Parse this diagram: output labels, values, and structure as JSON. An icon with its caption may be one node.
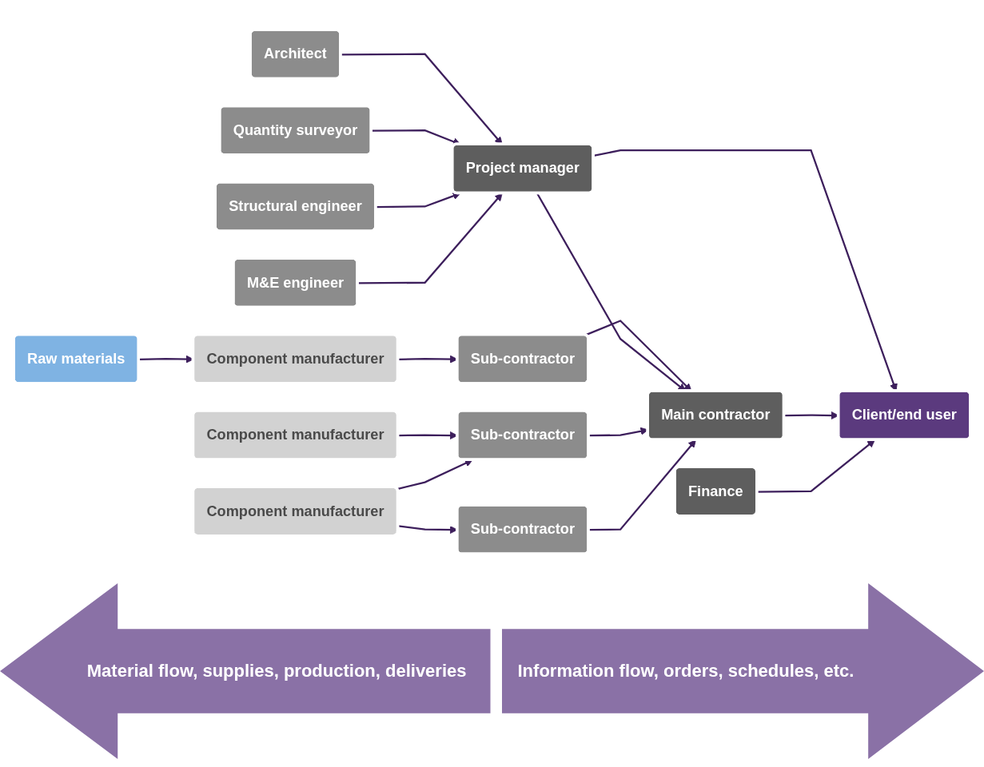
{
  "diagram": {
    "nodes": [
      {
        "text": [
          "Architect"
        ]
      },
      {
        "text": [
          "Quantity surveyor"
        ]
      },
      {
        "text": [
          "Structural engineer"
        ]
      },
      {
        "text": [
          "M&E engineer"
        ]
      },
      {
        "text": [
          "Raw materials"
        ]
      },
      {
        "text": [
          "Component manufacturer"
        ]
      },
      {
        "text": [
          "Sub-contractor"
        ]
      },
      {
        "text": [
          "Project manager"
        ]
      },
      {
        "text": [
          "Main contractor"
        ]
      },
      {
        "text": [
          "Client/end user"
        ]
      },
      {
        "text": [
          "Component manufacturer"
        ]
      },
      {
        "text": [
          "Sub-contractor"
        ]
      },
      {
        "text": [
          "Finance"
        ]
      },
      {
        "text": [
          "Component manufacturer"
        ]
      },
      {
        "text": [
          "Sub-contractor"
        ]
      }
    ],
    "edges": [
      {
        "from": 0,
        "to": 7,
        "arrow": "to"
      },
      {
        "from": 1,
        "to": 7,
        "arrow": "to"
      },
      {
        "from": 2,
        "to": 7,
        "arrow": "to"
      },
      {
        "from": 3,
        "to": 7,
        "arrow": "to"
      },
      {
        "from": 4,
        "to": 5,
        "arrow": "to"
      },
      {
        "from": 5,
        "to": 6,
        "arrow": "to"
      },
      {
        "from": 6,
        "to": 8,
        "arrow": "to"
      },
      {
        "from": 7,
        "to": 8,
        "arrow": "to"
      },
      {
        "from": 7,
        "to": 9,
        "arrow": "to"
      },
      {
        "from": 8,
        "to": 9,
        "arrow": "to"
      },
      {
        "from": 10,
        "to": 11,
        "arrow": "to"
      },
      {
        "from": 11,
        "to": 8,
        "arrow": "to"
      },
      {
        "from": 12,
        "to": 9,
        "arrow": "to"
      },
      {
        "from": 13,
        "to": 11,
        "arrow": "to"
      },
      {
        "from": 13,
        "to": 14,
        "arrow": "to"
      },
      {
        "from": 14,
        "to": 8,
        "arrow": "to"
      }
    ],
    "labels": [
      "Material flow, supplies, production, deliveries",
      "Information flow, orders, schedules, etc."
    ]
  }
}
